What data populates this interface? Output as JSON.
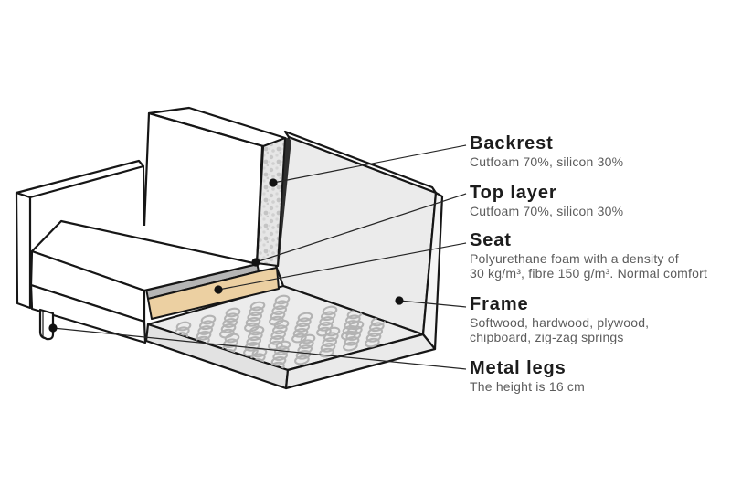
{
  "diagram": {
    "subject": "sofa-cross-section",
    "labels": [
      {
        "id": "backrest",
        "heading": "Backrest",
        "description": "Cutfoam 70%, silicon 30%"
      },
      {
        "id": "top-layer",
        "heading": "Top layer",
        "description": "Cutfoam 70%, silicon 30%"
      },
      {
        "id": "seat",
        "heading": "Seat",
        "description": "Polyurethane foam with a density of\n30 kg/m³, fibre 150 g/m³. Normal comfort"
      },
      {
        "id": "frame",
        "heading": "Frame",
        "description": "Softwood, hardwood, plywood,\nchipboard, zig-zag springs"
      },
      {
        "id": "metal-legs",
        "heading": "Metal legs",
        "description": "The height is 16 cm"
      }
    ],
    "colors": {
      "background": "#ffffff",
      "outline": "#161616",
      "frame_gray": "#ececec",
      "base_side_gray": "#e2e2e2",
      "foam_tan": "#ecd0a2",
      "top_layer_gray": "#b5b5b5",
      "cutfoam_speckle": "#c9c9c9",
      "springs_gray": "#b3b3b3",
      "heading_text": "#1c1c1c",
      "body_text": "#5c5c5c"
    }
  }
}
